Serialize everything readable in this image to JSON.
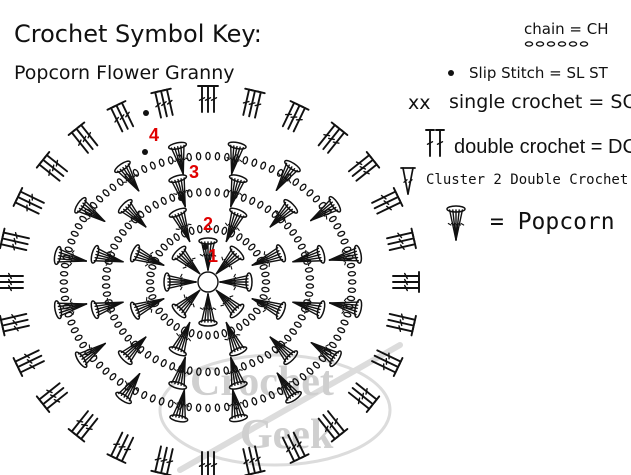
{
  "title": "Crochet Symbol Key:",
  "subtitle": "Popcorn Flower Granny",
  "key": {
    "chain": "chain = CH",
    "slip_stitch": "Slip Stitch = SL ST",
    "sc_symbol": "xx",
    "single_crochet": "single crochet = SC",
    "double_crochet": "double crochet = DC",
    "cluster": "Cluster 2 Double Crochet",
    "popcorn": "= Popcorn"
  },
  "round_labels": [
    "1",
    "2",
    "3",
    "4"
  ],
  "watermark": [
    "Crochet",
    "Geek"
  ],
  "colors": {
    "ink": "#111111",
    "round_number": "#e00000",
    "watermark": "#cfcfcf"
  }
}
